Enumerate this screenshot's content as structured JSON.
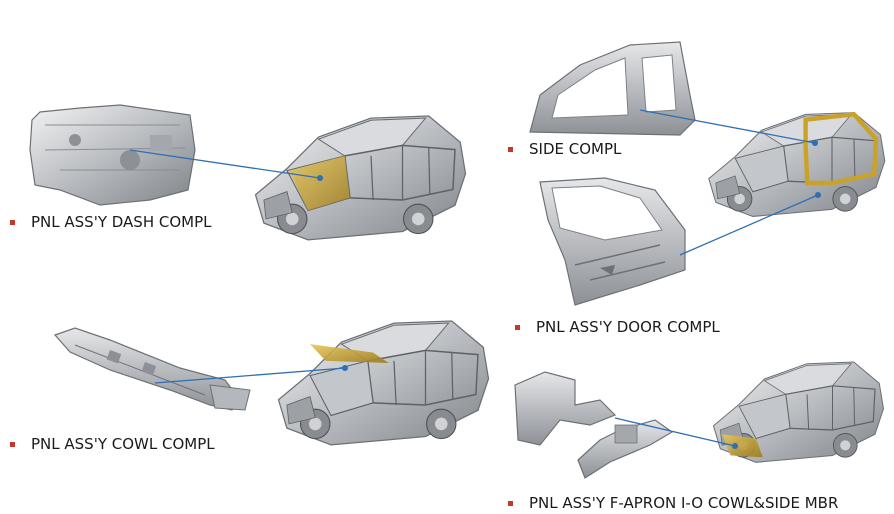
{
  "labels": {
    "dash": "PNL ASS'Y DASH COMPL",
    "side": "SIDE COMPL",
    "door": "PNL ASS'Y DOOR COMPL",
    "cowl": "PNL ASS'Y COWL COMPL",
    "apron": "PNL ASS'Y F-APRON I-O COWL&SIDE MBR"
  },
  "colors": {
    "bullet": "#c0392b",
    "connector": "#2e6fb5",
    "highlight": "#c9a227",
    "frame": "#9aa0a6"
  },
  "icons": [
    "car-body-icon",
    "dash-panel-icon",
    "side-panel-icon",
    "door-panel-icon",
    "cowl-panel-icon",
    "apron-member-icon"
  ]
}
